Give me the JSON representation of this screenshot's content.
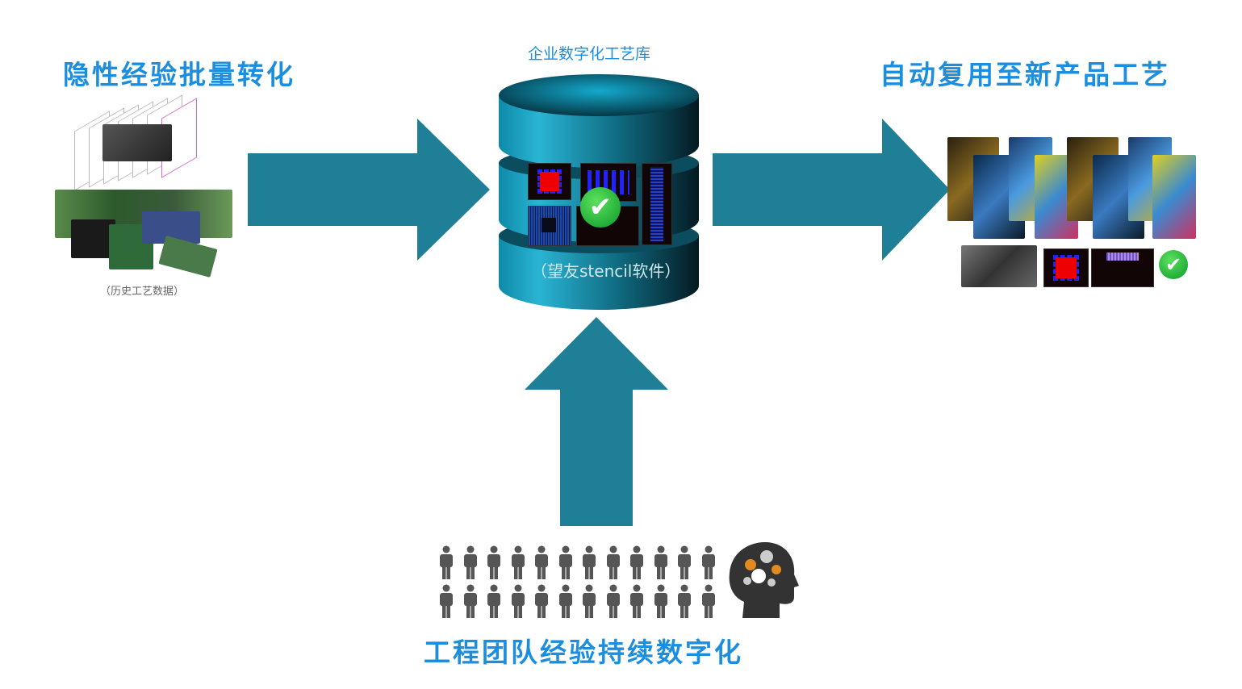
{
  "left": {
    "title": "隐性经验批量转化",
    "caption": "（历史工艺数据）"
  },
  "center": {
    "title": "企业数字化工艺库",
    "caption": "（望友stencil软件）"
  },
  "right": {
    "title": "自动复用至新产品工艺"
  },
  "bottom": {
    "title": "工程团队经验持续数字化"
  },
  "colors": {
    "accent": "#1b8ee0",
    "arrow": "#1f7f96",
    "db": "#1aa7c8"
  }
}
